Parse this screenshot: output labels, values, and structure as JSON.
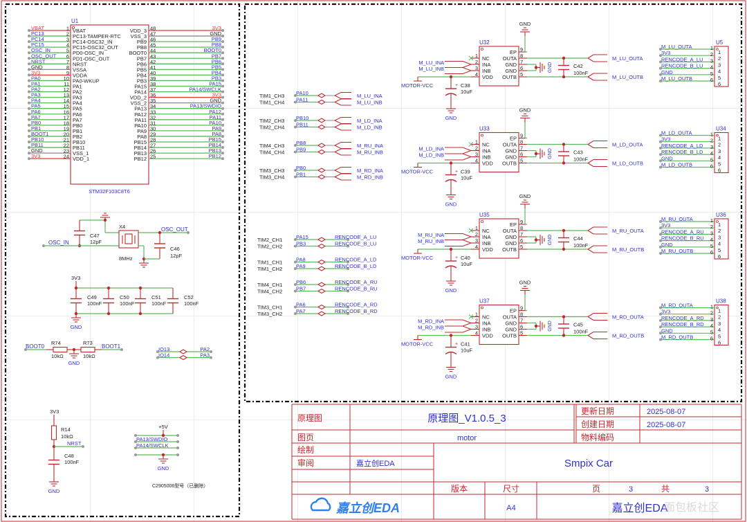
{
  "colors": {
    "wire": "#5cb85c",
    "part": "#c0282d",
    "net": "#2f2fd0",
    "power_red": "#e03a3a",
    "text": "#222222",
    "gnd_line": "#777777"
  },
  "mcu": {
    "ref": "U1",
    "name": "STM32F103C8T6",
    "left_pins": [
      {
        "num": "1",
        "pin": "VBAT",
        "net": "VBAT",
        "net_color": "red"
      },
      {
        "num": "2",
        "pin": "PC13-TAMPER-RTC",
        "net": "PC13",
        "net_color": "blue"
      },
      {
        "num": "3",
        "pin": "PC14-OSC32_IN",
        "net": "PC14",
        "net_color": "blue"
      },
      {
        "num": "4",
        "pin": "PC15-OSC32_OUT",
        "net": "PC15",
        "net_color": "blue"
      },
      {
        "num": "5",
        "pin": "PD0-OSC_IN",
        "net": "OSC_IN",
        "net_color": "blue"
      },
      {
        "num": "6",
        "pin": "PD1-OSC_OUT",
        "net": "OSC_OUT",
        "net_color": "blue"
      },
      {
        "num": "7",
        "pin": "NRST",
        "net": "NRST",
        "net_color": "blue"
      },
      {
        "num": "8",
        "pin": "VSSA",
        "net": "GND",
        "net_color": "black"
      },
      {
        "num": "9",
        "pin": "VDDA",
        "net": "3V3",
        "net_color": "red"
      },
      {
        "num": "10",
        "pin": "PA0-WKUP",
        "net": "PA0",
        "net_color": "blue"
      },
      {
        "num": "11",
        "pin": "PA1",
        "net": "PA1",
        "net_color": "blue"
      },
      {
        "num": "12",
        "pin": "PA2",
        "net": "PA2",
        "net_color": "blue"
      },
      {
        "num": "13",
        "pin": "PA3",
        "net": "PA3",
        "net_color": "blue"
      },
      {
        "num": "14",
        "pin": "PA4",
        "net": "PA4",
        "net_color": "blue"
      },
      {
        "num": "15",
        "pin": "PA5",
        "net": "PA5",
        "net_color": "blue"
      },
      {
        "num": "16",
        "pin": "PA6",
        "net": "PA6",
        "net_color": "blue"
      },
      {
        "num": "17",
        "pin": "PA7",
        "net": "PA7",
        "net_color": "blue"
      },
      {
        "num": "18",
        "pin": "PB0",
        "net": "PB0",
        "net_color": "blue"
      },
      {
        "num": "19",
        "pin": "PB1",
        "net": "PB1",
        "net_color": "blue"
      },
      {
        "num": "20",
        "pin": "PB2",
        "net": "BOOT1",
        "net_color": "blue"
      },
      {
        "num": "21",
        "pin": "PB10",
        "net": "PB10",
        "net_color": "blue"
      },
      {
        "num": "22",
        "pin": "PB11",
        "net": "PB11",
        "net_color": "blue"
      },
      {
        "num": "23",
        "pin": "VSS_1",
        "net": "GND",
        "net_color": "black"
      },
      {
        "num": "24",
        "pin": "VDD_1",
        "net": "3V3",
        "net_color": "red"
      }
    ],
    "right_pins": [
      {
        "num": "48",
        "pin": "VDD_3",
        "net": "3V3",
        "net_color": "red"
      },
      {
        "num": "47",
        "pin": "VSS_3",
        "net": "GND",
        "net_color": "black"
      },
      {
        "num": "46",
        "pin": "PB9",
        "net": "PB9",
        "net_color": "blue"
      },
      {
        "num": "45",
        "pin": "PB8",
        "net": "PB8",
        "net_color": "blue"
      },
      {
        "num": "44",
        "pin": "BOOT0",
        "net": "BOOT0",
        "net_color": "blue"
      },
      {
        "num": "43",
        "pin": "PB7",
        "net": "PB7",
        "net_color": "blue"
      },
      {
        "num": "42",
        "pin": "PB6",
        "net": "PB6",
        "net_color": "blue"
      },
      {
        "num": "41",
        "pin": "PB5",
        "net": "PB5",
        "net_color": "blue"
      },
      {
        "num": "40",
        "pin": "PB4",
        "net": "PB4",
        "net_color": "blue"
      },
      {
        "num": "39",
        "pin": "PB3",
        "net": "PB3",
        "net_color": "blue"
      },
      {
        "num": "38",
        "pin": "PA15",
        "net": "PA15",
        "net_color": "blue"
      },
      {
        "num": "37",
        "pin": "PA14",
        "net": "PA14/SWCLK",
        "net_color": "blue"
      },
      {
        "num": "36",
        "pin": "VDD_2",
        "net": "3V3",
        "net_color": "red"
      },
      {
        "num": "35",
        "pin": "VSS_2",
        "net": "GND",
        "net_color": "black"
      },
      {
        "num": "34",
        "pin": "PA13",
        "net": "PA13/SWDIO",
        "net_color": "blue"
      },
      {
        "num": "33",
        "pin": "PA12",
        "net": "PA12",
        "net_color": "blue"
      },
      {
        "num": "32",
        "pin": "PA11",
        "net": "PA11",
        "net_color": "blue"
      },
      {
        "num": "31",
        "pin": "PA10",
        "net": "PA10",
        "net_color": "blue"
      },
      {
        "num": "30",
        "pin": "PA9",
        "net": "PA9",
        "net_color": "blue"
      },
      {
        "num": "29",
        "pin": "PA8",
        "net": "PA8",
        "net_color": "blue"
      },
      {
        "num": "28",
        "pin": "PB15",
        "net": "PB15",
        "net_color": "blue"
      },
      {
        "num": "27",
        "pin": "PB14",
        "net": "PB14",
        "net_color": "blue"
      },
      {
        "num": "26",
        "pin": "PB13",
        "net": "PB13",
        "net_color": "blue"
      },
      {
        "num": "25",
        "pin": "PB12",
        "net": "PB12",
        "net_color": "blue"
      }
    ]
  },
  "crystal": {
    "ref": "X4",
    "value": "8MHz",
    "net_in": "OSC_IN",
    "net_out": "OSC_OUT",
    "c_in": {
      "ref": "C47",
      "value": "12pF"
    },
    "c_out": {
      "ref": "C46",
      "value": "12pF"
    }
  },
  "decoupling": {
    "rail": "3V3",
    "gnd": "GND",
    "caps": [
      {
        "ref": "C49",
        "value": "100nF"
      },
      {
        "ref": "C50",
        "value": "100nF"
      },
      {
        "ref": "C51",
        "value": "100nF"
      },
      {
        "ref": "C52",
        "value": "100nF"
      }
    ]
  },
  "boot": {
    "left_net": "BOOT0",
    "right_net": "BOOT1",
    "gnd": "GND",
    "r_left": {
      "ref": "R74",
      "value": "10kΩ"
    },
    "r_right": {
      "ref": "R73",
      "value": "10kΩ"
    }
  },
  "io_map": [
    {
      "from": "IO13",
      "to": "PA2"
    },
    {
      "from": "IO14",
      "to": "PA3"
    }
  ],
  "reset": {
    "rail": "3V3",
    "net": "NRST",
    "gnd": "GND",
    "r": {
      "ref": "R14",
      "value": "10kΩ"
    },
    "c": {
      "ref": "C48",
      "value": "100nF"
    }
  },
  "swd": {
    "rail": "+5V",
    "nets": [
      "PA13/SWDIO",
      "PA14/SWCLK"
    ],
    "gnd": "GND",
    "note": "C2905006型号（已删除）"
  },
  "pwm_map": [
    {
      "tims": [
        "TIM1_CH3",
        "TIM1_CH4"
      ],
      "pins": [
        "PA10",
        "PA11"
      ],
      "nets": [
        "M_LU_INA",
        "M_LU_INB"
      ]
    },
    {
      "tims": [
        "TIM2_CH3",
        "TIM2_CH4"
      ],
      "pins": [
        "PB10",
        "PB11"
      ],
      "nets": [
        "M_LD_INA",
        "M_LD_INB"
      ]
    },
    {
      "tims": [
        "TIM4_CH3",
        "TIM4_CH4"
      ],
      "pins": [
        "PB8",
        "PB9"
      ],
      "nets": [
        "M_RU_INA",
        "M_RU_INB"
      ]
    },
    {
      "tims": [
        "TIM3_CH3",
        "TIM3_CH4"
      ],
      "pins": [
        "PB0",
        "PB1"
      ],
      "nets": [
        "M_RD_INA",
        "M_RD_INB"
      ]
    }
  ],
  "enc_map": [
    {
      "tims": [
        "TIM2_CH1",
        "TIM2_CH2"
      ],
      "pins": [
        "PA15",
        "PB3"
      ],
      "nets": [
        "RENCODE_A_LU",
        "RENCODE_B_LU"
      ]
    },
    {
      "tims": [
        "TIM1_CH1",
        "TIM1_CH2"
      ],
      "pins": [
        "PA8",
        "PA9"
      ],
      "nets": [
        "RENCODE_A_LD",
        "RENCODE_B_LD"
      ]
    },
    {
      "tims": [
        "TIM4_CH1",
        "TIM4_CH2"
      ],
      "pins": [
        "PB6",
        "PB7"
      ],
      "nets": [
        "RENCODE_A_RU",
        "RENCODE_B_RU"
      ]
    },
    {
      "tims": [
        "TIM3_CH1",
        "TIM3_CH2"
      ],
      "pins": [
        "PA6",
        "PA7"
      ],
      "nets": [
        "RENCODE_A_RD",
        "RENCODE_B_RD"
      ]
    }
  ],
  "drivers": [
    {
      "ref": "U32",
      "ina": "M_LU_INA",
      "inb": "M_LU_INB",
      "outa": "M_LU_OUTA",
      "outb": "M_LU_OUTB",
      "vcc": "MOTOR-VCC",
      "cbulk": {
        "ref": "C38",
        "value": "10uF"
      },
      "cout": {
        "ref": "C42",
        "value": "100nF"
      },
      "conn": {
        "ref": "U5",
        "pins": [
          "M_LU_OUTA",
          "3V3",
          "RENCODE_A_LU",
          "RENCODE_B_LU",
          "GND",
          "M_LU_OUTB"
        ]
      }
    },
    {
      "ref": "U33",
      "ina": "M_LD_INA",
      "inb": "M_LD_INB",
      "outa": "M_LD_OUTA",
      "outb": "M_LD_OUTB",
      "vcc": "MOTOR-VCC",
      "cbulk": {
        "ref": "C39",
        "value": "10uF"
      },
      "cout": {
        "ref": "C43",
        "value": "100nF"
      },
      "conn": {
        "ref": "U34",
        "pins": [
          "M_LD_OUTA",
          "3V3",
          "RENCODE_A_LD",
          "RENCODE_B_LD",
          "GND",
          "M_LD_OUTB"
        ]
      }
    },
    {
      "ref": "U35",
      "ina": "M_RU_INA",
      "inb": "M_RU_INB",
      "outa": "M_RU_OUTA",
      "outb": "M_RU_OUTB",
      "vcc": "MOTOR-VCC",
      "cbulk": {
        "ref": "C40",
        "value": "10uF"
      },
      "cout": {
        "ref": "C44",
        "value": "100nF"
      },
      "conn": {
        "ref": "U36",
        "pins": [
          "M_RU_OUTA",
          "3V3",
          "RENCODE_A_RU",
          "RENCODE_B_RU",
          "GND",
          "M_RU_OUTB"
        ]
      }
    },
    {
      "ref": "U37",
      "ina": "M_RD_INA",
      "inb": "M_RD_INB",
      "outa": "M_RD_OUTA",
      "outb": "M_RD_OUTB",
      "vcc": "MOTOR-VCC",
      "cbulk": {
        "ref": "C41",
        "value": "10uF"
      },
      "cout": {
        "ref": "C45",
        "value": "100nF"
      },
      "conn": {
        "ref": "U38",
        "pins": [
          "M_RD_OUTA",
          "3V3",
          "RENCODE_A_RD",
          "RENCODE_B_RD",
          "GND",
          "M_RD_OUTB"
        ]
      }
    }
  ],
  "driver_pins": {
    "left": [
      {
        "num": "1",
        "name": "NC"
      },
      {
        "num": "2",
        "name": "INA"
      },
      {
        "num": "3",
        "name": "INB"
      },
      {
        "num": "4",
        "name": "VDD"
      }
    ],
    "right": [
      {
        "num": "9",
        "name": "EP"
      },
      {
        "num": "8",
        "name": "OUTA"
      },
      {
        "num": "7",
        "name": "GND"
      },
      {
        "num": "6",
        "name": "GND"
      },
      {
        "num": "5",
        "name": "OUTB"
      }
    ],
    "gnd": "GND"
  },
  "title_block": {
    "label_schematic": "原理图",
    "schematic_name": "原理图_V1.0.5_3",
    "label_page": "图页",
    "page_name": "motor",
    "label_drawn": "绘制",
    "label_review": "审阅",
    "reviewer": "嘉立创EDA",
    "label_updated": "更新日期",
    "updated": "2025-08-07",
    "label_created": "创建日期",
    "created": "2025-08-07",
    "label_material": "物料编码",
    "project": "Smpix Car",
    "label_version": "版本",
    "label_size": "尺寸",
    "size": "A4",
    "label_sheet": "页",
    "sheet": "3",
    "label_total": "共",
    "total": "3",
    "company": "嘉立创EDA",
    "logo_text": "嘉立创EDA"
  },
  "watermark": "面包板社区"
}
